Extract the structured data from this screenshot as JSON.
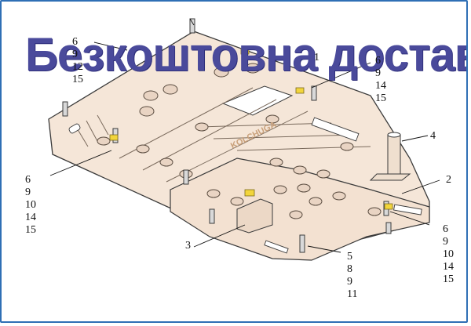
{
  "banner": {
    "text": "Безкоштовна доставка"
  },
  "brand": {
    "text": "KOLCHUGA"
  },
  "colors": {
    "plate": "#f5e6d8",
    "outline": "#3a3a3a",
    "banner": "#4a4a9b",
    "bolt_yellow": "#f2d53c"
  },
  "callouts": {
    "top_left": [
      "6",
      "9",
      "12",
      "15"
    ],
    "top_right": [
      "6",
      "9",
      "14",
      "15"
    ],
    "left": [
      "6",
      "9",
      "10",
      "14",
      "15"
    ],
    "right": [
      "6",
      "9",
      "10",
      "14",
      "15"
    ],
    "bottom": [
      "5",
      "8",
      "9",
      "11"
    ],
    "part_1": "1",
    "part_2": "2",
    "part_3": "3",
    "part_4": "4"
  }
}
